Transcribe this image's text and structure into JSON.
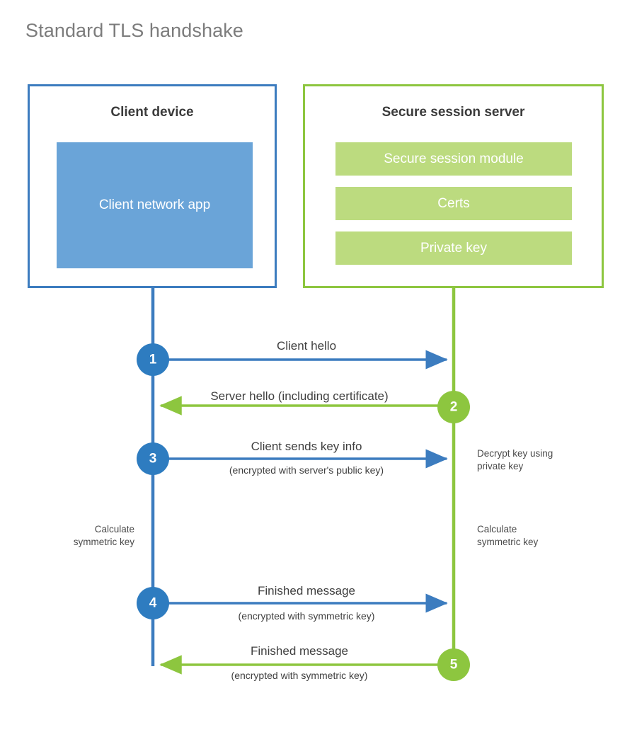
{
  "page": {
    "title": "Standard TLS handshake",
    "background": "#ffffff"
  },
  "colors": {
    "client_border": "#3c7cbf",
    "client_fill": "#6aa4d8",
    "client_line": "#3c7cbf",
    "client_circle": "#2e7cc0",
    "server_border": "#8dc63f",
    "server_fill": "#bcdb7f",
    "server_line": "#8dc63f",
    "server_circle": "#8dc63f",
    "title_text": "#7c7c7c",
    "body_text": "#3f3f3f"
  },
  "client_panel": {
    "title": "Client device",
    "app_label": "Client network app"
  },
  "server_panel": {
    "title": "Secure session server",
    "components": [
      {
        "label": "Secure session module"
      },
      {
        "label": "Certs"
      },
      {
        "label": "Private key"
      }
    ]
  },
  "steps": [
    {
      "number": "1",
      "label": "Client hello",
      "sublabel": "",
      "direction": "client-to-server",
      "origin": "client"
    },
    {
      "number": "2",
      "label": "Server hello (including certificate)",
      "sublabel": "",
      "direction": "server-to-client",
      "origin": "server"
    },
    {
      "number": "3",
      "label": "Client sends key info",
      "sublabel": "(encrypted with server's public key)",
      "direction": "client-to-server",
      "origin": "client"
    },
    {
      "number": "4",
      "label": "Finished message",
      "sublabel": "(encrypted with symmetric key)",
      "direction": "client-to-server",
      "origin": "client"
    },
    {
      "number": "5",
      "label": "Finished message",
      "sublabel": "(encrypted with symmetric key)",
      "direction": "server-to-client",
      "origin": "server"
    }
  ],
  "annotations": {
    "server_decrypt": "Decrypt key using\nprivate key",
    "server_decrypt_line1": "Decrypt key using",
    "server_decrypt_line2": "private key",
    "client_calc_line1": "Calculate",
    "client_calc_line2": "symmetric key",
    "server_calc_line1": "Calculate",
    "server_calc_line2": "symmetric key"
  }
}
